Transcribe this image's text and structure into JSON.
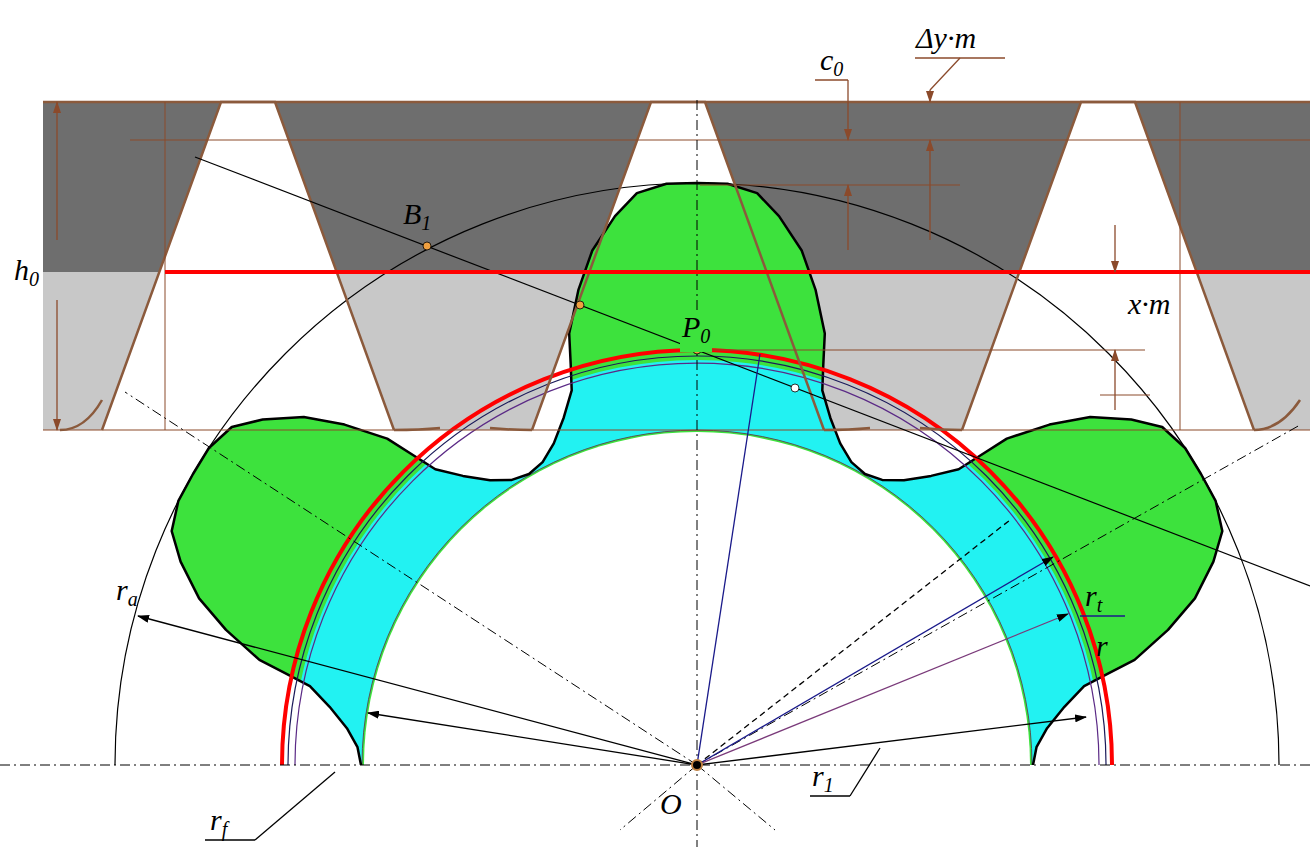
{
  "diagram": {
    "labels": [
      "c0",
      "Δy·m",
      "h0",
      "B1",
      "x·m",
      "P0",
      "ra",
      "rt",
      "r",
      "rf",
      "r1",
      "O"
    ]
  }
}
